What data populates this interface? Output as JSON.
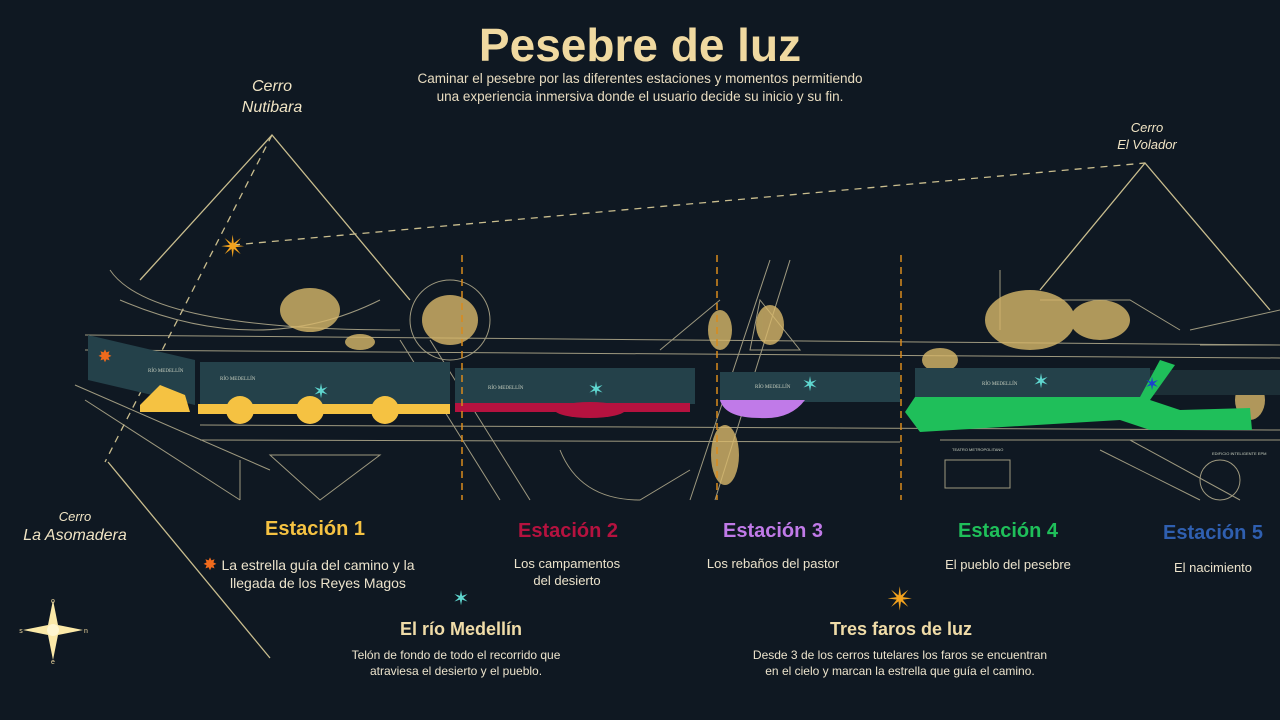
{
  "header": {
    "title": "Pesebre de luz",
    "subtitle": [
      "Caminar el pesebre por las diferentes estaciones y momentos permitiendo",
      "una experiencia inmersiva donde el usuario decide su inicio y su fin."
    ]
  },
  "cerros": [
    {
      "line1": "Cerro",
      "line2": "Nutibara"
    },
    {
      "line1": "Cerro",
      "line2": "El Volador"
    },
    {
      "line1": "Cerro",
      "line2": "La Asomadera"
    }
  ],
  "map_labels": {
    "river": "RÍO MEDELLÍN",
    "teatro": "TEATRO METROPOLITANO",
    "edificio": "EDIFICIO INTELIGENTE EPM"
  },
  "stations": [
    {
      "title": "Estación 1",
      "desc": [
        "La estrella guía del camino y la",
        "llegada de los Reyes Magos"
      ],
      "color": "#f5c242"
    },
    {
      "title": "Estación 2",
      "desc": [
        "Los campamentos",
        "del desierto"
      ],
      "color": "#b5123f"
    },
    {
      "title": "Estación 3",
      "desc": [
        "Los rebaños del pastor"
      ],
      "color": "#c07ae8"
    },
    {
      "title": "Estación 4",
      "desc": [
        "El pueblo del pesebre"
      ],
      "color": "#1fbf5a"
    },
    {
      "title": "Estación 5",
      "desc": [
        "El nacimiento"
      ],
      "color": "#2f5fb0"
    }
  ],
  "river": {
    "title": "El río Medellín",
    "desc": [
      "Telón de fondo de todo el recorrido  que",
      "atraviesa el desierto y el pueblo."
    ],
    "star_color": "#5fd6cf"
  },
  "faros": {
    "title": "Tres faros de luz",
    "desc": [
      "Desde 3 de los cerros tutelares los faros se encuentran",
      "en el cielo y marcan la estrella que guía el camino."
    ],
    "star_color": "#f2a21e"
  },
  "compass": {
    "n": "o",
    "s": "e",
    "w": "s",
    "e": "n"
  },
  "colors": {
    "background": "#0f1822",
    "title": "#f0d9a0",
    "river": "#24414a",
    "lines": "#c9bd8e",
    "dashed_divider": "#d98a1c"
  }
}
